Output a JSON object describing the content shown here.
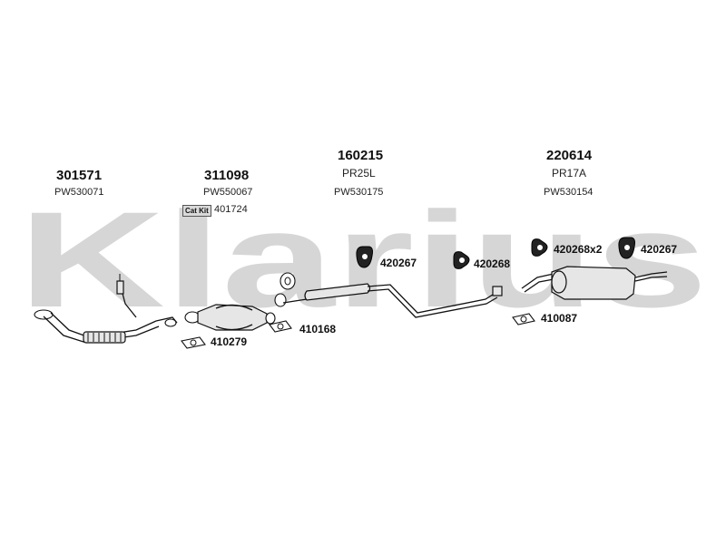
{
  "watermark": {
    "text": "Klarius",
    "color": "#d6d6d6"
  },
  "sections": [
    {
      "part_number": "301571",
      "ref": "PW530071"
    },
    {
      "part_number": "311098",
      "ref": "PW550067"
    },
    {
      "part_number": "160215",
      "model": "PR25L",
      "ref": "PW530175"
    },
    {
      "part_number": "220614",
      "model": "PR17A",
      "ref": "PW530154"
    }
  ],
  "cat_kit": {
    "badge": "Cat Kit",
    "number": "401724"
  },
  "accessories": {
    "gasket_front": "410279",
    "gasket_mid": "410168",
    "gasket_rear": "410087",
    "hanger_1": "420267",
    "hanger_2": "420268",
    "hanger_3": "420268x2",
    "hanger_4": "420267"
  }
}
